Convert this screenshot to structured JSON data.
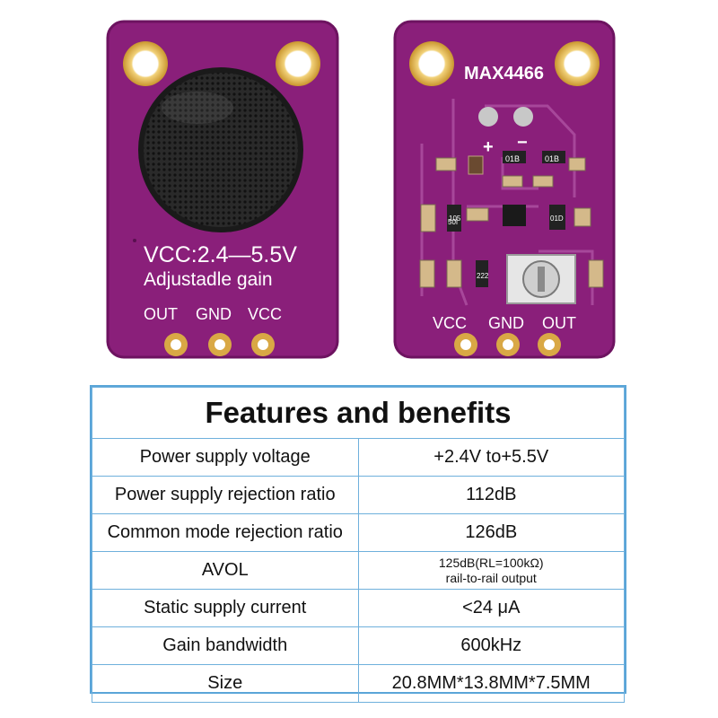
{
  "board_left": {
    "silk_line1": "VCC:2.4—5.5V",
    "silk_line2": "Adjustadle gain",
    "pins": [
      "OUT",
      "GND",
      "VCC"
    ]
  },
  "board_right": {
    "chip_label": "MAX4466",
    "plus": "+",
    "minus": "−",
    "pins": [
      "VCC",
      "GND",
      "OUT"
    ],
    "component_marks": [
      "01B",
      "01B",
      "50I",
      "105",
      "01D",
      "222"
    ]
  },
  "colors": {
    "pcb": "#8a1f7a",
    "pcb_edge": "#6d1360",
    "pad": "#e8c060",
    "table_border": "#5aa5d8"
  },
  "spec_table": {
    "title": "Features and benefits",
    "rows": [
      {
        "label": "Power supply voltage",
        "value": "+2.4V to+5.5V"
      },
      {
        "label": "Power supply rejection ratio",
        "value": "112dB"
      },
      {
        "label": "Common mode rejection ratio",
        "value": "126dB"
      },
      {
        "label": "AVOL",
        "value_line1": "125dB(RL=100kΩ)",
        "value_line2": "rail-to-rail output"
      },
      {
        "label": "Static supply current",
        "value": "<24 μA"
      },
      {
        "label": "Gain bandwidth",
        "value": "600kHz"
      },
      {
        "label": "Size",
        "value": "20.8MM*13.8MM*7.5MM"
      }
    ]
  }
}
